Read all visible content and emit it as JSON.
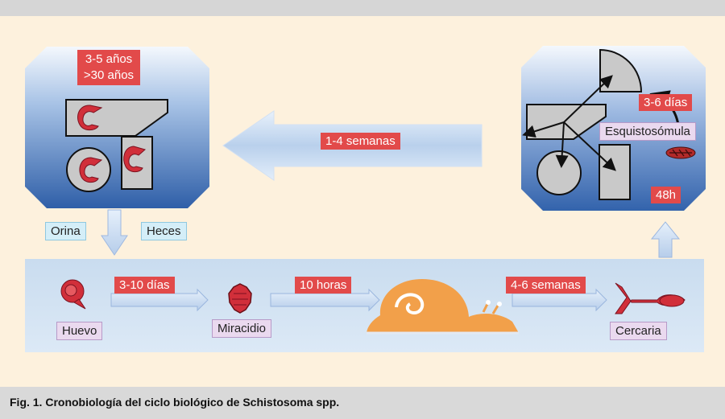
{
  "caption": "Fig. 1. Cronobiología del ciclo biológico de Schistosoma spp.",
  "host_panel": {
    "duration_1": "3-5 años",
    "duration_2": ">30 años"
  },
  "migration_arrow": {
    "label": "1-4 semanas"
  },
  "skin_panel": {
    "days": "3-6 días",
    "stage": "Esquistosómula",
    "hours": "48h"
  },
  "excretion": {
    "urine": "Orina",
    "feces": "Heces"
  },
  "water_stage": {
    "egg": "Huevo",
    "egg_to_miracidium": "3-10 días",
    "miracidium": "Miracidio",
    "miracidium_to_snail": "10 horas",
    "snail_to_cercaria": "4-6 semanas",
    "cercaria": "Cercaria"
  },
  "colors": {
    "panel_blue": "#2f5fa8",
    "label_red": "#e24a4a",
    "snail_orange": "#f2a04a",
    "parasite_red": "#d12f3a"
  }
}
